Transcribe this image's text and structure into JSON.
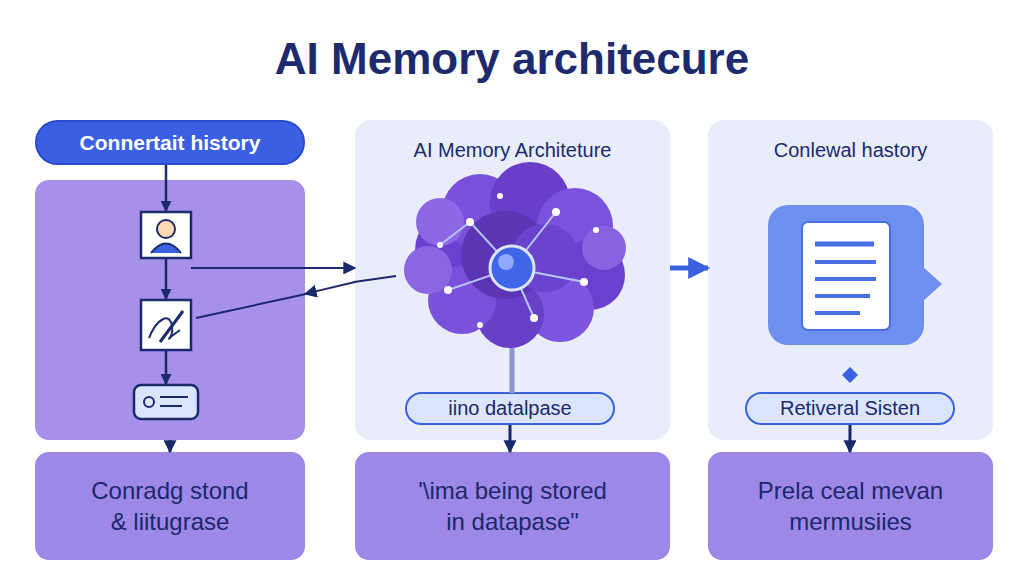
{
  "diagram": {
    "title": "AI Memory architecure",
    "nodes": [
      {
        "text": [
          "Connertait history"
        ]
      },
      {
        "text": [
          "Conradg stond & liitugrase"
        ]
      },
      {
        "text": [
          "AI Memory Architeture"
        ]
      },
      {
        "text": [
          "iino datalpase"
        ],
        "in": 2
      },
      {
        "text": [
          "'\\ima being stored in datapase\""
        ]
      },
      {
        "text": [
          "Conlewal hastory"
        ]
      },
      {
        "text": [
          "Retiveral Sisten"
        ],
        "in": 5
      },
      {
        "text": [
          "Prela ceal mevan mermusiies"
        ]
      }
    ],
    "edges": [
      {
        "from": 0,
        "to": 1,
        "arrow": "to"
      },
      {
        "from": 0,
        "to": 2,
        "arrow": "to"
      },
      {
        "from": 2,
        "to": 0,
        "arrow": "to"
      },
      {
        "from": 2,
        "to": 5,
        "arrow": "to"
      },
      {
        "from": 3,
        "to": 4,
        "arrow": "to"
      },
      {
        "from": 6,
        "to": 7,
        "arrow": "to"
      }
    ]
  }
}
